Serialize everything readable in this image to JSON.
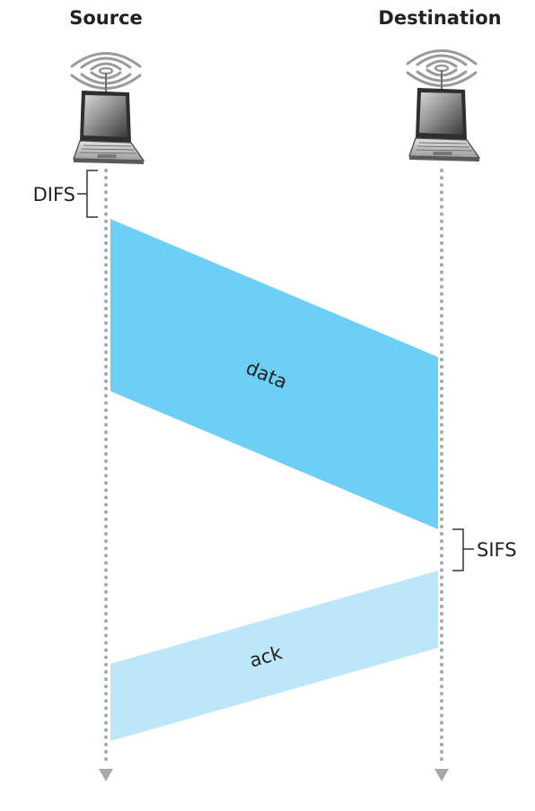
{
  "nodes": {
    "source": {
      "label": "Source"
    },
    "destination": {
      "label": "Destination"
    }
  },
  "intervals": {
    "difs": "DIFS",
    "sifs": "SIFS"
  },
  "frames": {
    "data": {
      "label": "data",
      "color": "#6ecff6"
    },
    "ack": {
      "label": "ack",
      "color": "#bde6f8"
    }
  },
  "colors": {
    "timeline": "#a8a8a8",
    "bracket": "#333333",
    "text": "#222222"
  },
  "icons": {
    "source": "laptop-with-wifi-signal",
    "destination": "laptop-with-wifi-signal"
  }
}
